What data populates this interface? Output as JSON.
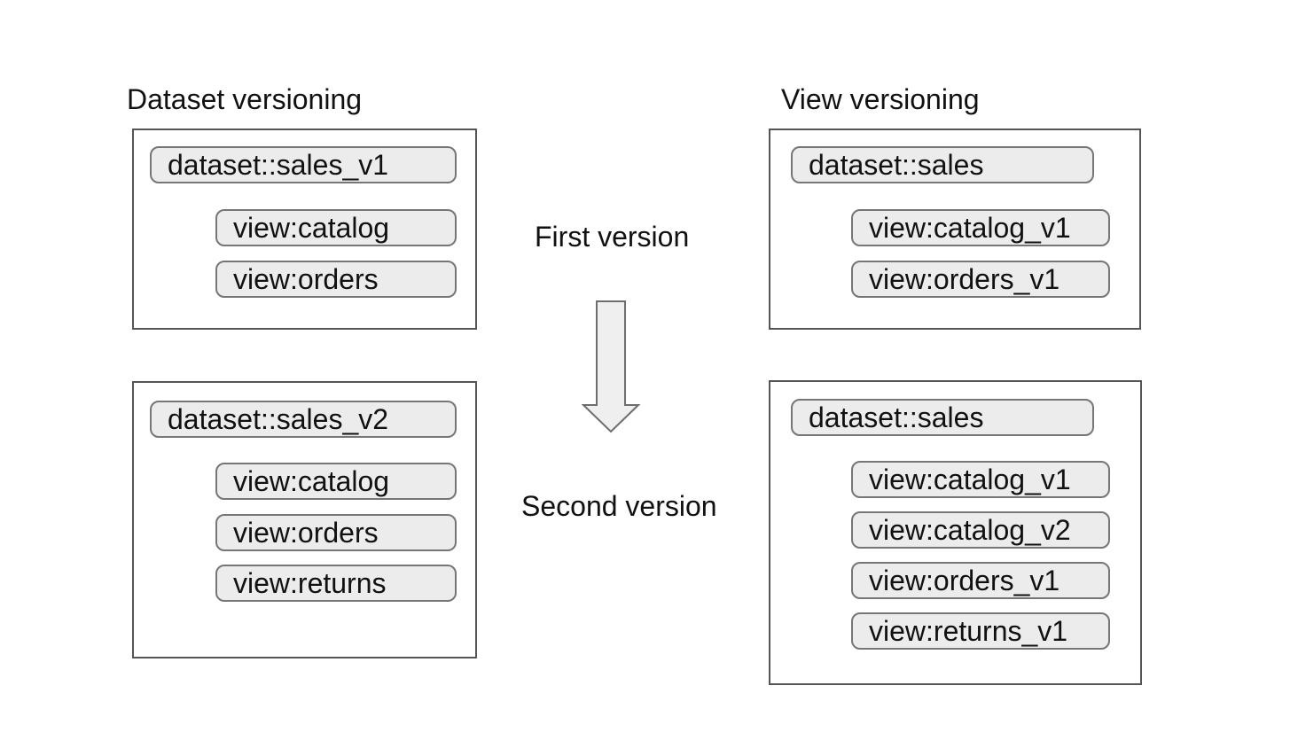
{
  "diagram": {
    "left": {
      "title": "Dataset versioning",
      "v1": {
        "dataset": "dataset::sales_v1",
        "views": [
          "view:catalog",
          "view:orders"
        ]
      },
      "v2": {
        "dataset": "dataset::sales_v2",
        "views": [
          "view:catalog",
          "view:orders",
          "view:returns"
        ]
      }
    },
    "right": {
      "title": "View versioning",
      "v1": {
        "dataset": "dataset::sales",
        "views": [
          "view:catalog_v1",
          "view:orders_v1"
        ]
      },
      "v2": {
        "dataset": "dataset::sales",
        "views": [
          "view:catalog_v1",
          "view:catalog_v2",
          "view:orders_v1",
          "view:returns_v1"
        ]
      }
    },
    "middle": {
      "first_label": "First version",
      "second_label": "Second version",
      "arrow_icon": "down-arrow"
    },
    "colors": {
      "background": "#ffffff",
      "text": "#111111",
      "box_border": "#555555",
      "pill_fill": "#ececec",
      "pill_border": "#767676",
      "arrow_fill": "#efefef",
      "arrow_border": "#6e6e6e"
    }
  }
}
